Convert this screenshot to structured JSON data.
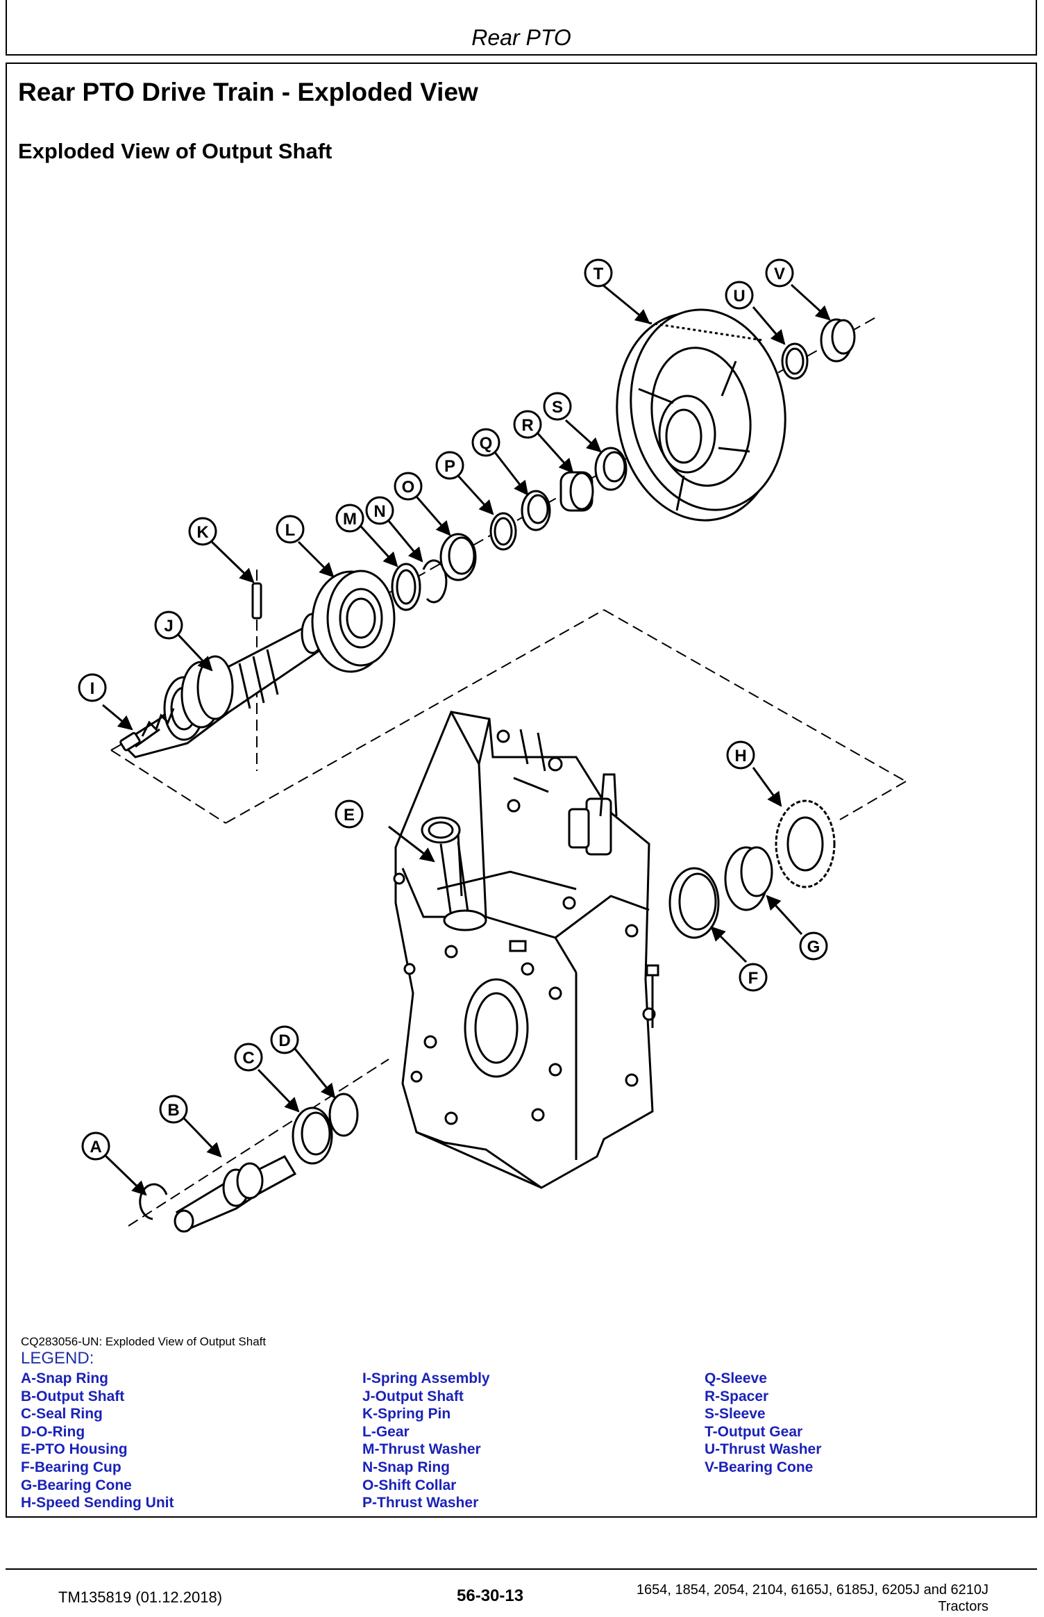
{
  "header": {
    "title": "Rear PTO"
  },
  "page_title": "Rear PTO Drive Train - Exploded View",
  "section_title": "Exploded View of Output Shaft",
  "callouts": [
    "A",
    "B",
    "C",
    "D",
    "E",
    "F",
    "G",
    "H",
    "I",
    "J",
    "K",
    "L",
    "M",
    "N",
    "O",
    "P",
    "Q",
    "R",
    "S",
    "T",
    "U",
    "V"
  ],
  "caption": "CQ283056-UN: Exploded View of Output Shaft",
  "legend": {
    "heading": "LEGEND:",
    "columns": [
      [
        "A-Snap Ring",
        "B-Output Shaft",
        "C-Seal Ring",
        "D-O-Ring",
        "E-PTO Housing",
        "F-Bearing Cup",
        "G-Bearing Cone",
        "H-Speed Sending Unit"
      ],
      [
        "I-Spring Assembly",
        "J-Output Shaft",
        "K-Spring Pin",
        "L-Gear",
        "M-Thrust Washer",
        "N-Snap Ring",
        "O-Shift Collar",
        "P-Thrust Washer"
      ],
      [
        "Q-Sleeve",
        "R-Spacer",
        "S-Sleeve",
        "T-Output Gear",
        "U-Thrust Washer",
        "V-Bearing Cone"
      ]
    ]
  },
  "footer": {
    "doc_id": "TM135819 (01.12.2018)",
    "page_number": "56-30-13",
    "models": "1654, 1854, 2054, 2104, 6165J, 6185J, 6205J and 6210J",
    "product": "Tractors"
  }
}
